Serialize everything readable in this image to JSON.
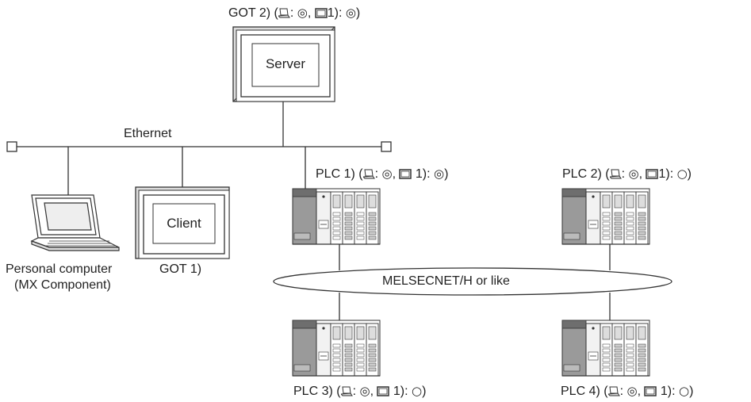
{
  "network": {
    "ethernet_label": "Ethernet",
    "plc_network_label": "MELSECNET/H or like"
  },
  "server_got": {
    "box_label": "Server",
    "name": "GOT 2)",
    "pc_access": "◎",
    "got1_label": "1)",
    "got1_access": "◎"
  },
  "client_got": {
    "box_label": "Client",
    "name": "GOT 1)"
  },
  "personal_computer": {
    "line1": "Personal computer",
    "line2": "(MX Component)"
  },
  "plcs": [
    {
      "name": "PLC 1)",
      "pc_access": "◎",
      "got1_label": "1)",
      "got1_access": "◎"
    },
    {
      "name": "PLC 2)",
      "pc_access": "◎",
      "got1_label": "1)",
      "got1_access": "○"
    },
    {
      "name": "PLC 3)",
      "pc_access": "◎",
      "got1_label": "1)",
      "got1_access": "○"
    },
    {
      "name": "PLC 4)",
      "pc_access": "◎",
      "got1_label": "1)",
      "got1_access": "○"
    }
  ],
  "icons": {
    "pc": "laptop-icon",
    "got": "got-monitor-icon",
    "plc": "plc-unit-icon",
    "terminator": "terminator-icon"
  }
}
